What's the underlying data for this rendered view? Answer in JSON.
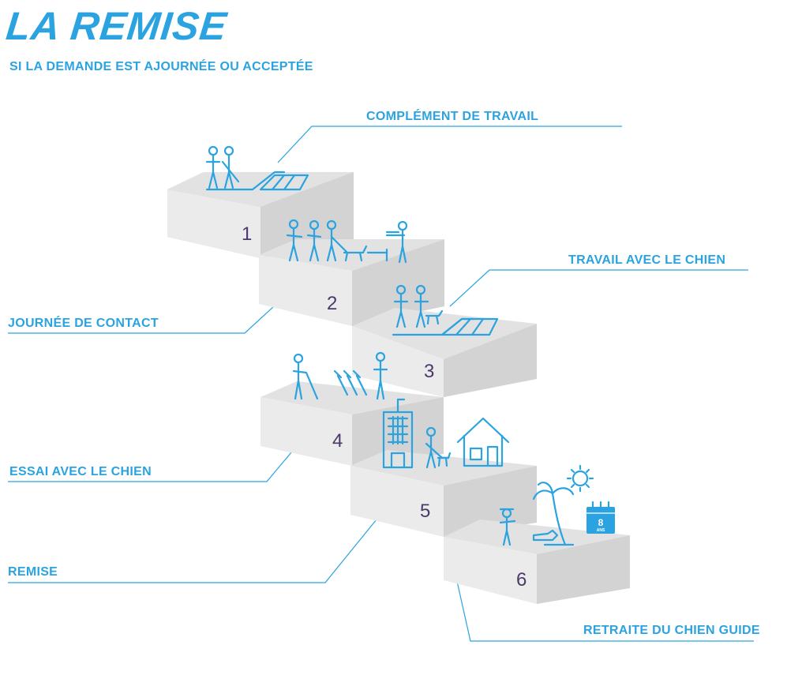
{
  "title": "LA REMISE",
  "subtitle": "SI LA DEMANDE EST AJOURNÉE OU ACCEPTÉE",
  "steps": [
    {
      "number": "1",
      "label": "COMPLÉMENT DE TRAVAIL"
    },
    {
      "number": "2",
      "label": "JOURNÉE DE CONTACT"
    },
    {
      "number": "3",
      "label": "TRAVAIL AVEC LE CHIEN"
    },
    {
      "number": "4",
      "label": "ESSAI AVEC LE CHIEN"
    },
    {
      "number": "5",
      "label": "REMISE"
    },
    {
      "number": "6",
      "label": "RETRAITE DU CHIEN GUIDE"
    }
  ],
  "calendar": {
    "value": "8",
    "unit": "ANS"
  },
  "colors": {
    "accent": "#2aa3e0",
    "number": "#4a3a6a",
    "block_top": "#e2e2e2",
    "block_front": "#ebebeb",
    "block_side": "#d0d0d0"
  }
}
